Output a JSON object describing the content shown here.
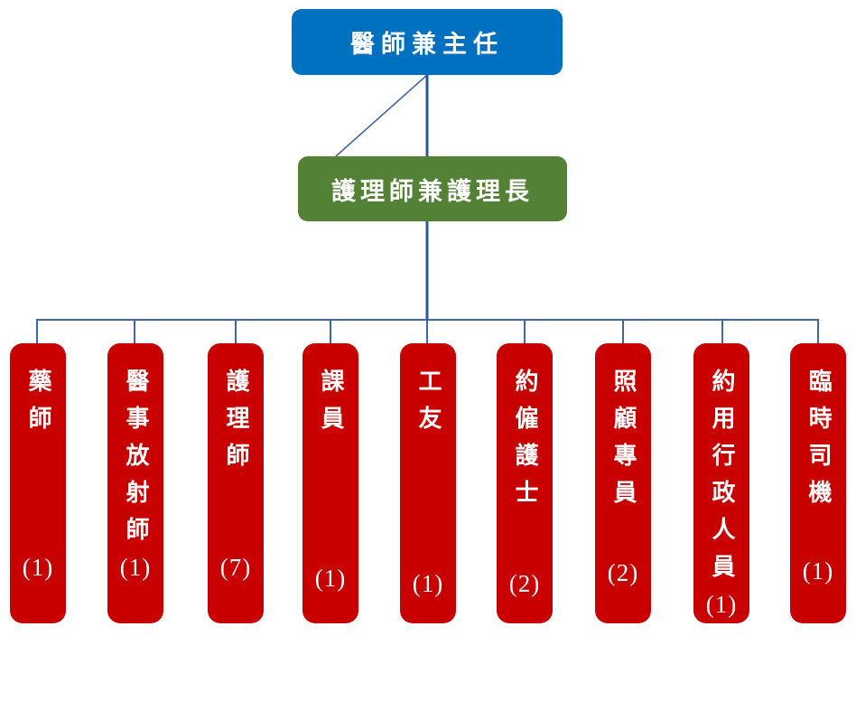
{
  "org_chart": {
    "title": "staff-organization-chart",
    "root": {
      "label": "醫師兼主任"
    },
    "middle": {
      "label": "護理師兼護理長"
    },
    "positions": [
      {
        "label": "藥師",
        "count": "(1)"
      },
      {
        "label": "醫事放射師",
        "count": "(1)"
      },
      {
        "label": "護理師",
        "count": "(7)"
      },
      {
        "label": "課員",
        "count": "(1)"
      },
      {
        "label": "工友",
        "count": "(1)"
      },
      {
        "label": "約僱護士",
        "count": "(2)"
      },
      {
        "label": "照顧專員",
        "count": "(2)"
      },
      {
        "label": "約用行政人員",
        "count": "(1)"
      },
      {
        "label": "臨時司機",
        "count": "(1)"
      }
    ],
    "colors": {
      "root_box": "#0070c0",
      "middle_box": "#538135",
      "position_box": "#c80000",
      "connector": "#4066a5",
      "connector_main": "#2f5597",
      "text": "#ffffff",
      "background": "#ffffff"
    }
  }
}
